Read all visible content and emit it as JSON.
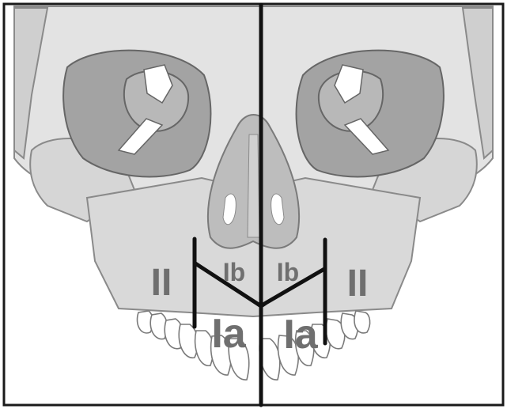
{
  "figure": {
    "labels": {
      "left_outer": "II",
      "left_inner": "Ib",
      "left_lower": "Ia",
      "right_inner": "Ib",
      "right_outer": "II",
      "right_lower": "Ia"
    },
    "colors": {
      "bone_light": "#dedede",
      "bone_mid": "#c9c9c9",
      "orbit_dark": "#9a9a9a",
      "outline": "#7a7a7a",
      "label": "#6f6f6f",
      "division_line": "#111111"
    }
  }
}
